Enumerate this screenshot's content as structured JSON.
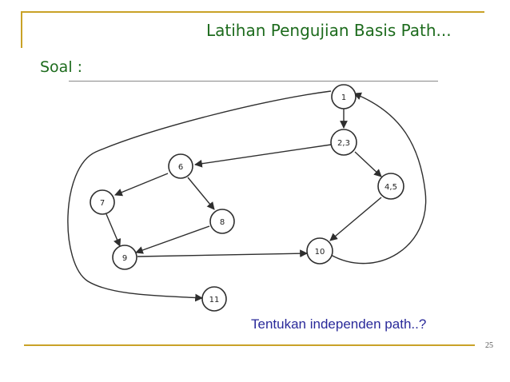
{
  "slide": {
    "title": "Latihan Pengujian Basis Path...",
    "section_label": "Soal :",
    "question": "Tentukan independen path..?",
    "page_number": "25",
    "colors": {
      "accent": "#c9a227",
      "title": "#1d6b1d",
      "question": "#2a2a9a"
    }
  },
  "flow_graph": {
    "nodes": [
      {
        "id": "n1",
        "label": "1"
      },
      {
        "id": "n23",
        "label": "2,3"
      },
      {
        "id": "n45",
        "label": "4,5"
      },
      {
        "id": "n6",
        "label": "6"
      },
      {
        "id": "n7",
        "label": "7"
      },
      {
        "id": "n8",
        "label": "8"
      },
      {
        "id": "n9",
        "label": "9"
      },
      {
        "id": "n10",
        "label": "10"
      },
      {
        "id": "n11",
        "label": "11"
      }
    ],
    "edges": [
      {
        "from": "1",
        "to": "2,3"
      },
      {
        "from": "2,3",
        "to": "6"
      },
      {
        "from": "2,3",
        "to": "4,5"
      },
      {
        "from": "4,5",
        "to": "10"
      },
      {
        "from": "6",
        "to": "7"
      },
      {
        "from": "6",
        "to": "8"
      },
      {
        "from": "7",
        "to": "9"
      },
      {
        "from": "8",
        "to": "9"
      },
      {
        "from": "9",
        "to": "10"
      },
      {
        "from": "10",
        "to": "1"
      },
      {
        "from": "1",
        "to": "11"
      }
    ]
  }
}
